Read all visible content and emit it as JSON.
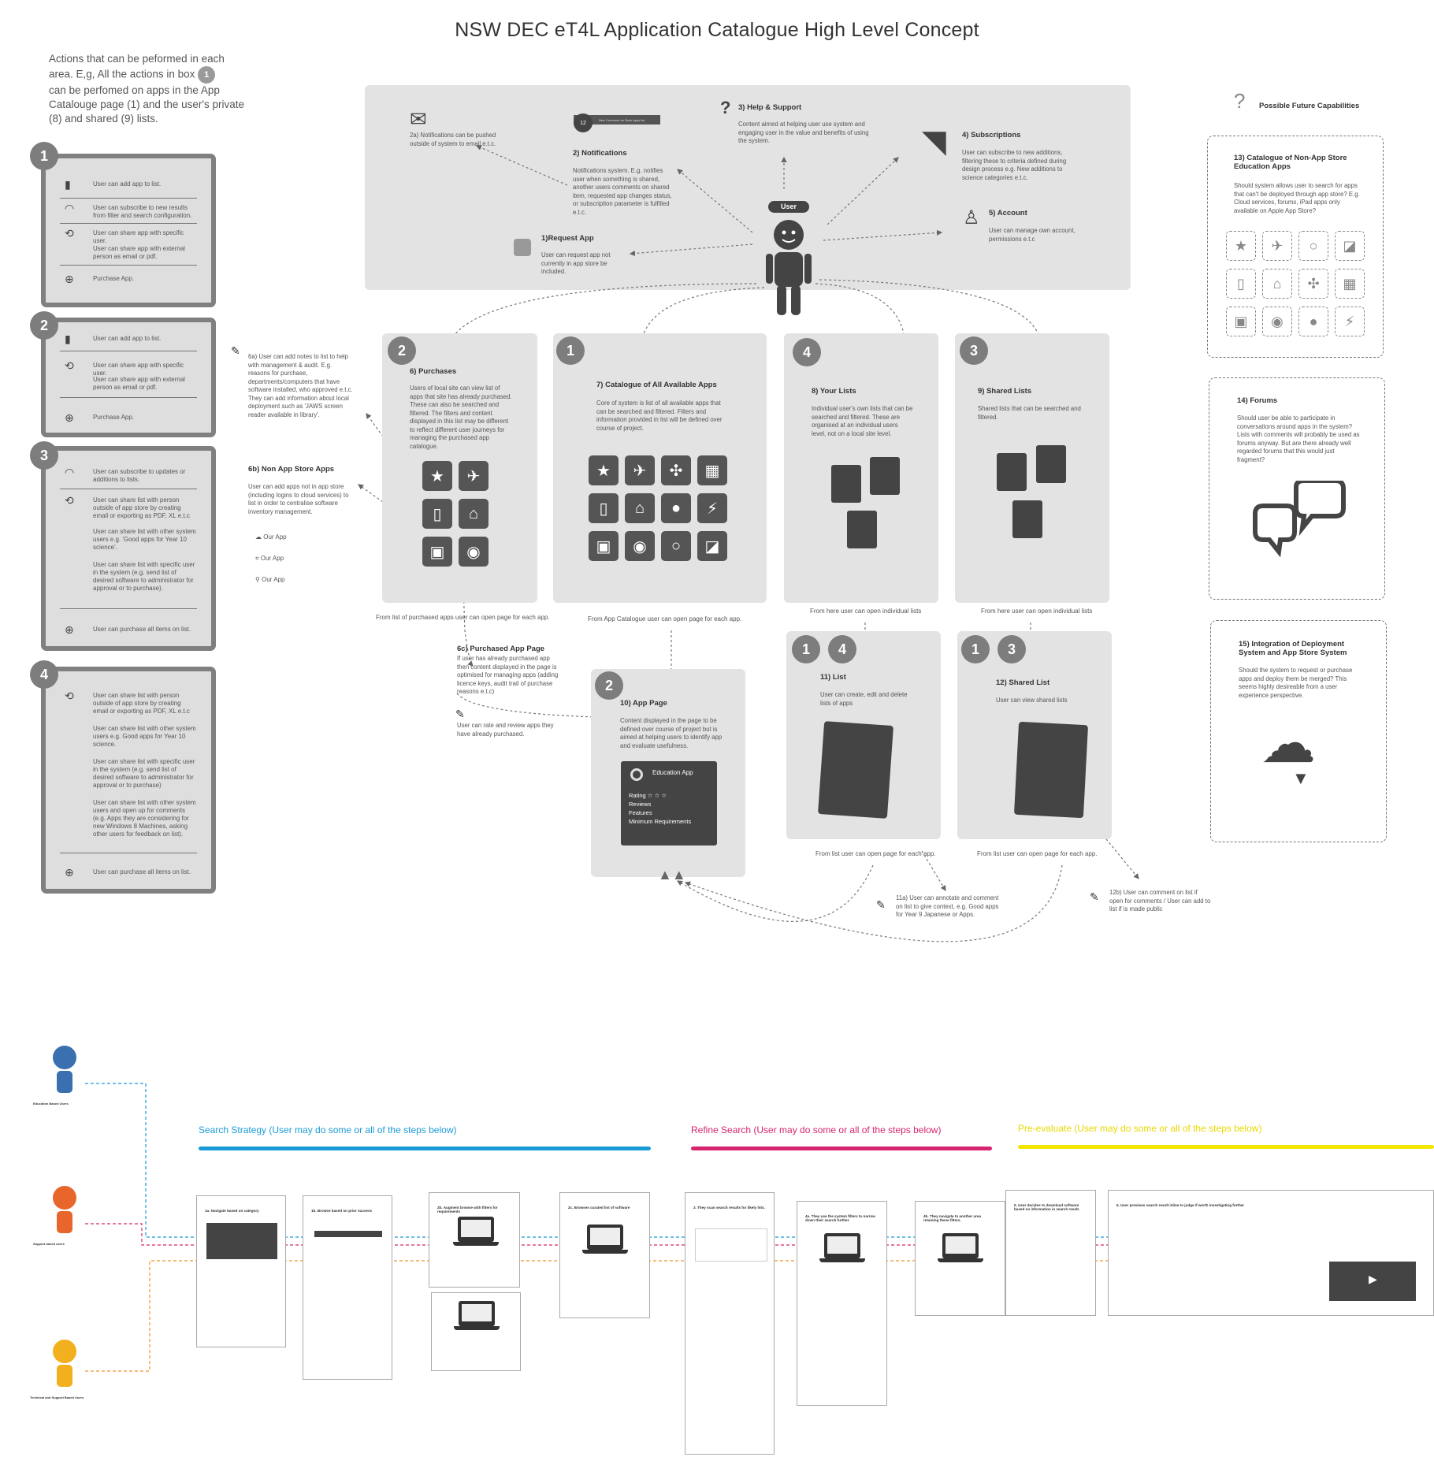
{
  "title": "NSW DEC eT4L Application Catalogue High Level Concept",
  "intro": {
    "line1": "Actions that can be peformed in each",
    "line2a": "area. E,g, All the actions in box",
    "line2_num": "1",
    "line3": "can be perfomed on apps in the App",
    "line4": "Catalouge page (1) and the user's private",
    "line5": "(8) and shared (9) lists."
  },
  "left_boxes": [
    {
      "num": "1",
      "items": [
        "User can add app to list.",
        "User can subscribe to new results from filter and search configuration.",
        "User can share app with specific user.",
        "User can share app with external person as email or pdf.",
        "Purchase App."
      ]
    },
    {
      "num": "2",
      "items": [
        "User can add app to list.",
        "User can share app with specific user.",
        "User can share app with external person as email or pdf.",
        "Purchase App."
      ]
    },
    {
      "num": "3",
      "items": [
        "User can subscribe to updates or additions to lists.",
        "User can share list with person outside of app store by creating email or exporting as PDF, XL e.t.c",
        "User can share list with other system users e.g. 'Good apps for Year 10 science'.",
        "User can share list with specific user in the system (e.g. send list of desired software to administrator for approval or to purchase).",
        "User can purchase  all items on list."
      ]
    },
    {
      "num": "4",
      "items": [
        "User can share list with person outside of app store by creating email or exporting as PDF, XL e.t.c",
        "User can share list with other system users e.g. Good apps for Year 10 science.",
        "User can share list with specific user in the system (e.g. send list of desired software to administrator for approval or to purchase)",
        "User can share list with other system users and open up for comments (e.g. Apps they are considering for new Windows 8 Machines, asking other users for feedback on list).",
        "User can purchase  all items on list."
      ]
    }
  ],
  "top": {
    "email_note": "2a) Notifications can be pushed outside of system to email e.t.c.",
    "notif_badge": "12",
    "notif_bar": "New Comment on Book Apps list",
    "notif_title": "2) Notifications",
    "notif_text": "Notifications system. E.g. notifies user when something is shared, another users comments on shared item, requested app changes status, or subscription parameter is fulfilled e.t.c.",
    "help_title": "3) Help & Support",
    "help_text": "Content aimed at helping user use system and engaging user in the value and benefits of using the system.",
    "subs_title": "4) Subscriptions",
    "subs_text": "User can subscribe to new additions, filtering these to criteria defined during design process e.g. New additions to science categories e.t.c.",
    "account_title": "5) Account",
    "account_text": "User can manage own account, permissions e.t.c",
    "request_title": "1)Request App",
    "request_text": "User can request app not currently in app store be included.",
    "user_label": "User"
  },
  "future": {
    "title": "Possible Future Capabilities",
    "p13_title": "13) Catalogue of Non-App Store Education Apps",
    "p13_text": "Should system allows user to search for apps that can't be deployed through app store? E.g. Cloud services, forums, iPad apps only available on Apple App Store?",
    "p14_title": "14) Forums",
    "p14_text": "Should user be able to participate in conversations around apps in the system? Lists with comments will probably be used as forums anyway. But are there already well regarded forums that this would just fragment?",
    "p15_title": "15) Integration of Deployment System and App Store System",
    "p15_text": "Should the system to request or purchase apps and deploy them be merged? This seems highly desireable from a user experience perspective."
  },
  "panels": {
    "purchases": {
      "num": "2",
      "title": "6) Purchases",
      "text": "Users of local site can view list of apps that site has already purchased. These can also be searched and filtered. The filters and content displayed in this list may be different to reflect different user journeys for managing the purchased app catalogue.",
      "caption": "From list of purchased apps  user can open page for each app."
    },
    "catalogue": {
      "num": "1",
      "title": "7) Catalogue of All Available Apps",
      "text": "Core of system is list of all available apps that can be searched and filtered. Filters and information provided in list will be defined over course of project.",
      "caption": "From App  Catalogue  user can open page for each app."
    },
    "yourlists": {
      "num": "4",
      "title": "8) Your Lists",
      "text": "Individual user's own lists that can be searched and filtered. These are organised at an individual users level, not on a local site level.",
      "caption": "From here user can open individual lists"
    },
    "sharedlists": {
      "num": "3",
      "title": "9) Shared Lists",
      "text": "Shared lists that can be searched and filtered.",
      "caption": "From here user can open individual lists"
    },
    "apppage": {
      "num": "2",
      "title": "10) App Page",
      "text": "Content displayed in the page to be defined over course of project but is aimed at helping users to identify app and evaluate usefulness.",
      "card_title": "Education App",
      "card_rating": "Rating",
      "card_items": [
        "Reviews",
        "Features",
        "Minimum Requirements"
      ]
    },
    "list": {
      "nums": [
        "1",
        "4"
      ],
      "title": "11) List",
      "text": "User can create, edit and delete  lists of apps",
      "caption": "From list user can open page for each app."
    },
    "sharedlist": {
      "nums": [
        "1",
        "3"
      ],
      "title": "12) Shared List",
      "text": "User can view shared lists",
      "caption": "From list user can open page for each app."
    }
  },
  "notes": {
    "n6a": "6a) User can add notes to list to help with management & audit. E.g. reasons for purchase, departments/computers that have software installed, who approved e.t.c. They can add information about local deployment such as 'JAWS screen reader  available in library'.",
    "n6b_title": "6b) Non App Store Apps",
    "n6b_text": "User can add apps not in app store (including logins to cloud services) to list in order to centralise software inventory management.",
    "our_app": [
      "Our App",
      "Our App",
      "Our App"
    ],
    "n6c_title": "6c) Purchased App Page",
    "n6c_text": "If user has already purchased app then content displayed in the page is optimised for managing apps (adding licence keys, audit trail of purchase reasons e.t.c)",
    "n6c_rate": "User can rate and review apps they have already purchased.",
    "n11a": "11a) User can annotate and comment on list to give context, e.g. Good apps for Year 9 Japanese or Apps.",
    "n12b": "12b) User can comment on list if open for comments / User can add to list if is made public"
  },
  "bottom": {
    "stage1": "Search Strategy (User may do some or all of the steps below)",
    "stage2": "Refine Search (User may do some or all of the steps below)",
    "stage3": "Pre-evaluate (User may do some or all of the steps below)",
    "colors": {
      "blue": "#1a9bd7",
      "magenta": "#d6246e",
      "yellow": "#f2e600",
      "orange": "#f0932b",
      "person_blue": "#3a6fb0",
      "person_orange": "#e8662c",
      "person_yellow": "#f2b01e"
    },
    "personas": [
      {
        "name": "Education Based Users"
      },
      {
        "name": "Support based users"
      },
      {
        "name": "Technical and Support Based Users"
      }
    ],
    "cards": [
      "1a. Navigate based on category",
      "1b. Browse based on prior success",
      "2b. Augment browse with filters for requirements",
      "2c. Browses curated list of software",
      "3. They scan search results for likely hits.",
      "4a. They use the system filters to narrow down their search further.",
      "4b. They navigate to another area retaining these filters.",
      "5. User decides to download software based on information in search result.",
      "6. User previews search result inline to judge if worth investigating further"
    ]
  }
}
